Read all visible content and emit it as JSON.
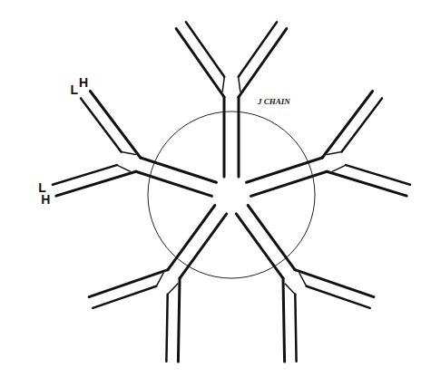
{
  "diagram": {
    "labels": [
      "H",
      "L",
      "H",
      "L",
      "J CHAIN"
    ]
  }
}
